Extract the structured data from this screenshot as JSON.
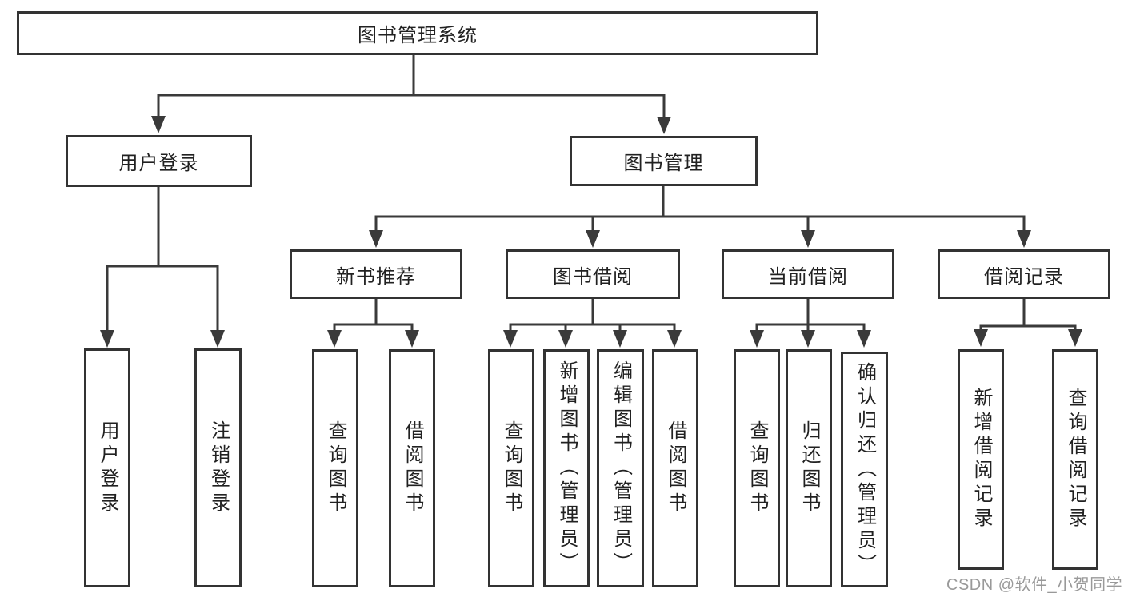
{
  "diagram": {
    "title": "图书管理系统",
    "level2": [
      {
        "id": "user-login",
        "label": "用户登录"
      },
      {
        "id": "book-management",
        "label": "图书管理"
      }
    ],
    "level3": [
      {
        "id": "new-book-recommendation",
        "label": "新书推荐"
      },
      {
        "id": "book-borrowing",
        "label": "图书借阅"
      },
      {
        "id": "current-borrowing",
        "label": "当前借阅"
      },
      {
        "id": "borrowing-records",
        "label": "借阅记录"
      }
    ],
    "leaves": {
      "user_login": [
        {
          "label": "用户登录"
        },
        {
          "label": "注销登录"
        }
      ],
      "new_book_recommendation": [
        {
          "label": "查询图书"
        },
        {
          "label": "借阅图书"
        }
      ],
      "book_borrowing": [
        {
          "label": "查询图书"
        },
        {
          "label": "新增图书（管理员）"
        },
        {
          "label": "编辑图书（管理员）"
        },
        {
          "label": "借阅图书"
        }
      ],
      "current_borrowing": [
        {
          "label": "查询图书"
        },
        {
          "label": "归还图书"
        },
        {
          "label": "确认归还（管理员）"
        }
      ],
      "borrowing_records": [
        {
          "label": "新增借阅记录"
        },
        {
          "label": "查询借阅记录"
        }
      ]
    },
    "watermark": "CSDN @软件_小贺同学",
    "colors": {
      "line": "#3a3a3a",
      "border": "#333333",
      "text": "#212121",
      "box_background": "#ffffff",
      "watermark": "#8f8f8f",
      "page_background": "#ffffff"
    }
  }
}
